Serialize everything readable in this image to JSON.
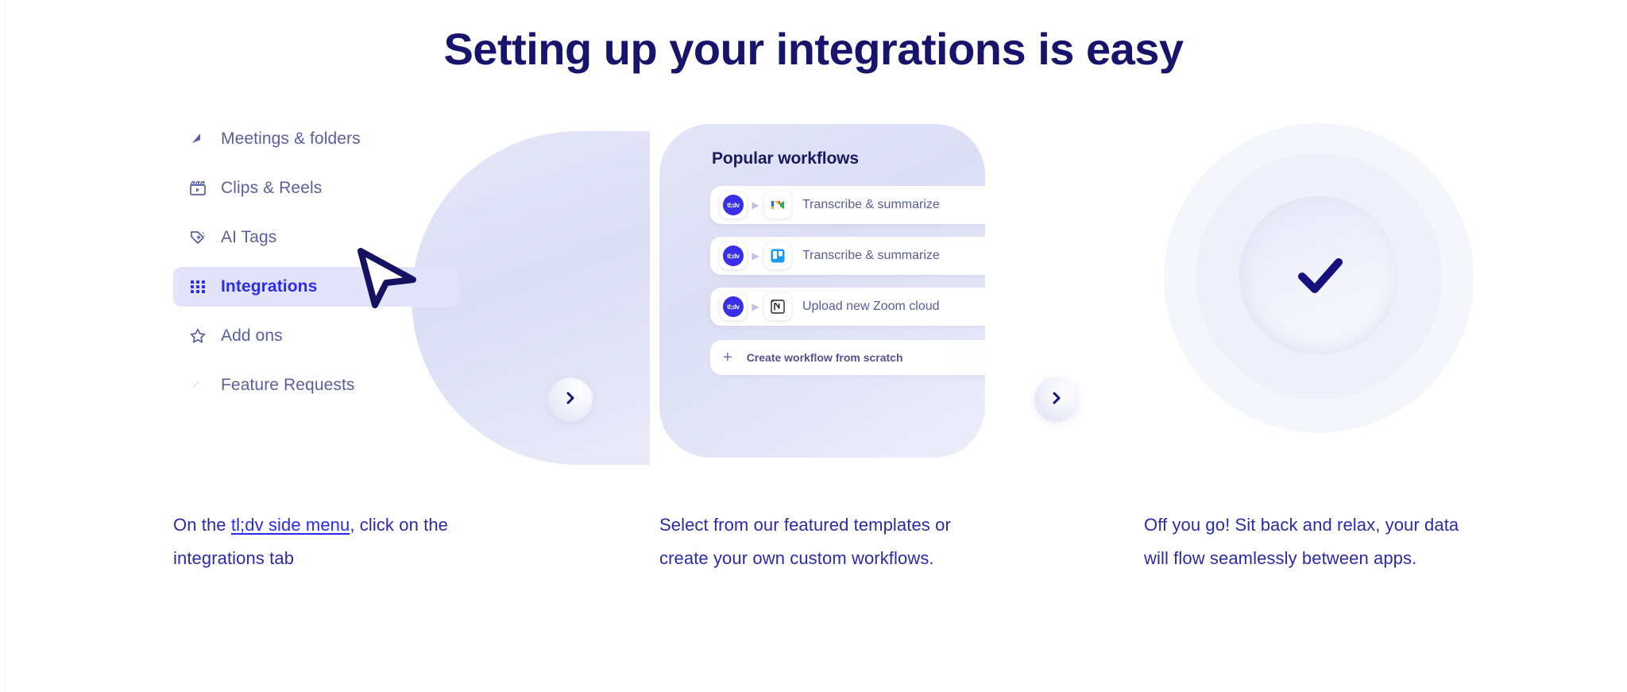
{
  "heading": "Setting up your integrations is easy",
  "accent_colors": {
    "heading_navy": "#17146b",
    "caption_blue": "#2b2ba8",
    "link_blue": "#2b2bf0",
    "selected_item_blue": "#2b2bf2",
    "selected_item_bg": "#e3e3fb",
    "menu_text": "#5b5f9e",
    "card_lavender": "#dcdef5",
    "tldv_brand": "#3730e8"
  },
  "steps": [
    {
      "id": "step-sidebar",
      "caption_before_link": "On the ",
      "caption_link": "tl;dv side menu",
      "caption_after_link": ", click on the integrations tab"
    },
    {
      "id": "step-templates",
      "caption": "Select from our featured templates or create your own custom workflows."
    },
    {
      "id": "step-done",
      "caption": "Off you go! Sit back and relax, your data will flow seamlessly between apps."
    }
  ],
  "sidebar": {
    "items": [
      {
        "label": "Meetings & folders",
        "icon": "folder-arrow-icon",
        "selected": false
      },
      {
        "label": "Clips & Reels",
        "icon": "clapperboard-icon",
        "selected": false
      },
      {
        "label": "AI Tags",
        "icon": "tag-sparkle-icon",
        "selected": false
      },
      {
        "label": "Integrations",
        "icon": "grid-icon",
        "selected": true
      },
      {
        "label": "Add ons",
        "icon": "star-icon",
        "selected": false
      },
      {
        "label": "Feature Requests",
        "icon": "faint-icon",
        "selected": false
      }
    ],
    "cursor": "mouse-cursor-arrow"
  },
  "workflow_card": {
    "title": "Popular workflows",
    "rows": [
      {
        "source_app": "tl;dv",
        "target_app": "google-meet",
        "label": "Transcribe & summarize "
      },
      {
        "source_app": "tl;dv",
        "target_app": "trello",
        "label": "Transcribe & summarize "
      },
      {
        "source_app": "tl;dv",
        "target_app": "notion",
        "label": "Upload new Zoom cloud "
      }
    ],
    "create_label": "Create workflow from scratch",
    "create_icon": "plus-icon",
    "tldv_mark": "tl;dv"
  },
  "success": {
    "icon": "check-icon"
  },
  "nav": {
    "arrow_icon": "chevron-right-icon"
  }
}
